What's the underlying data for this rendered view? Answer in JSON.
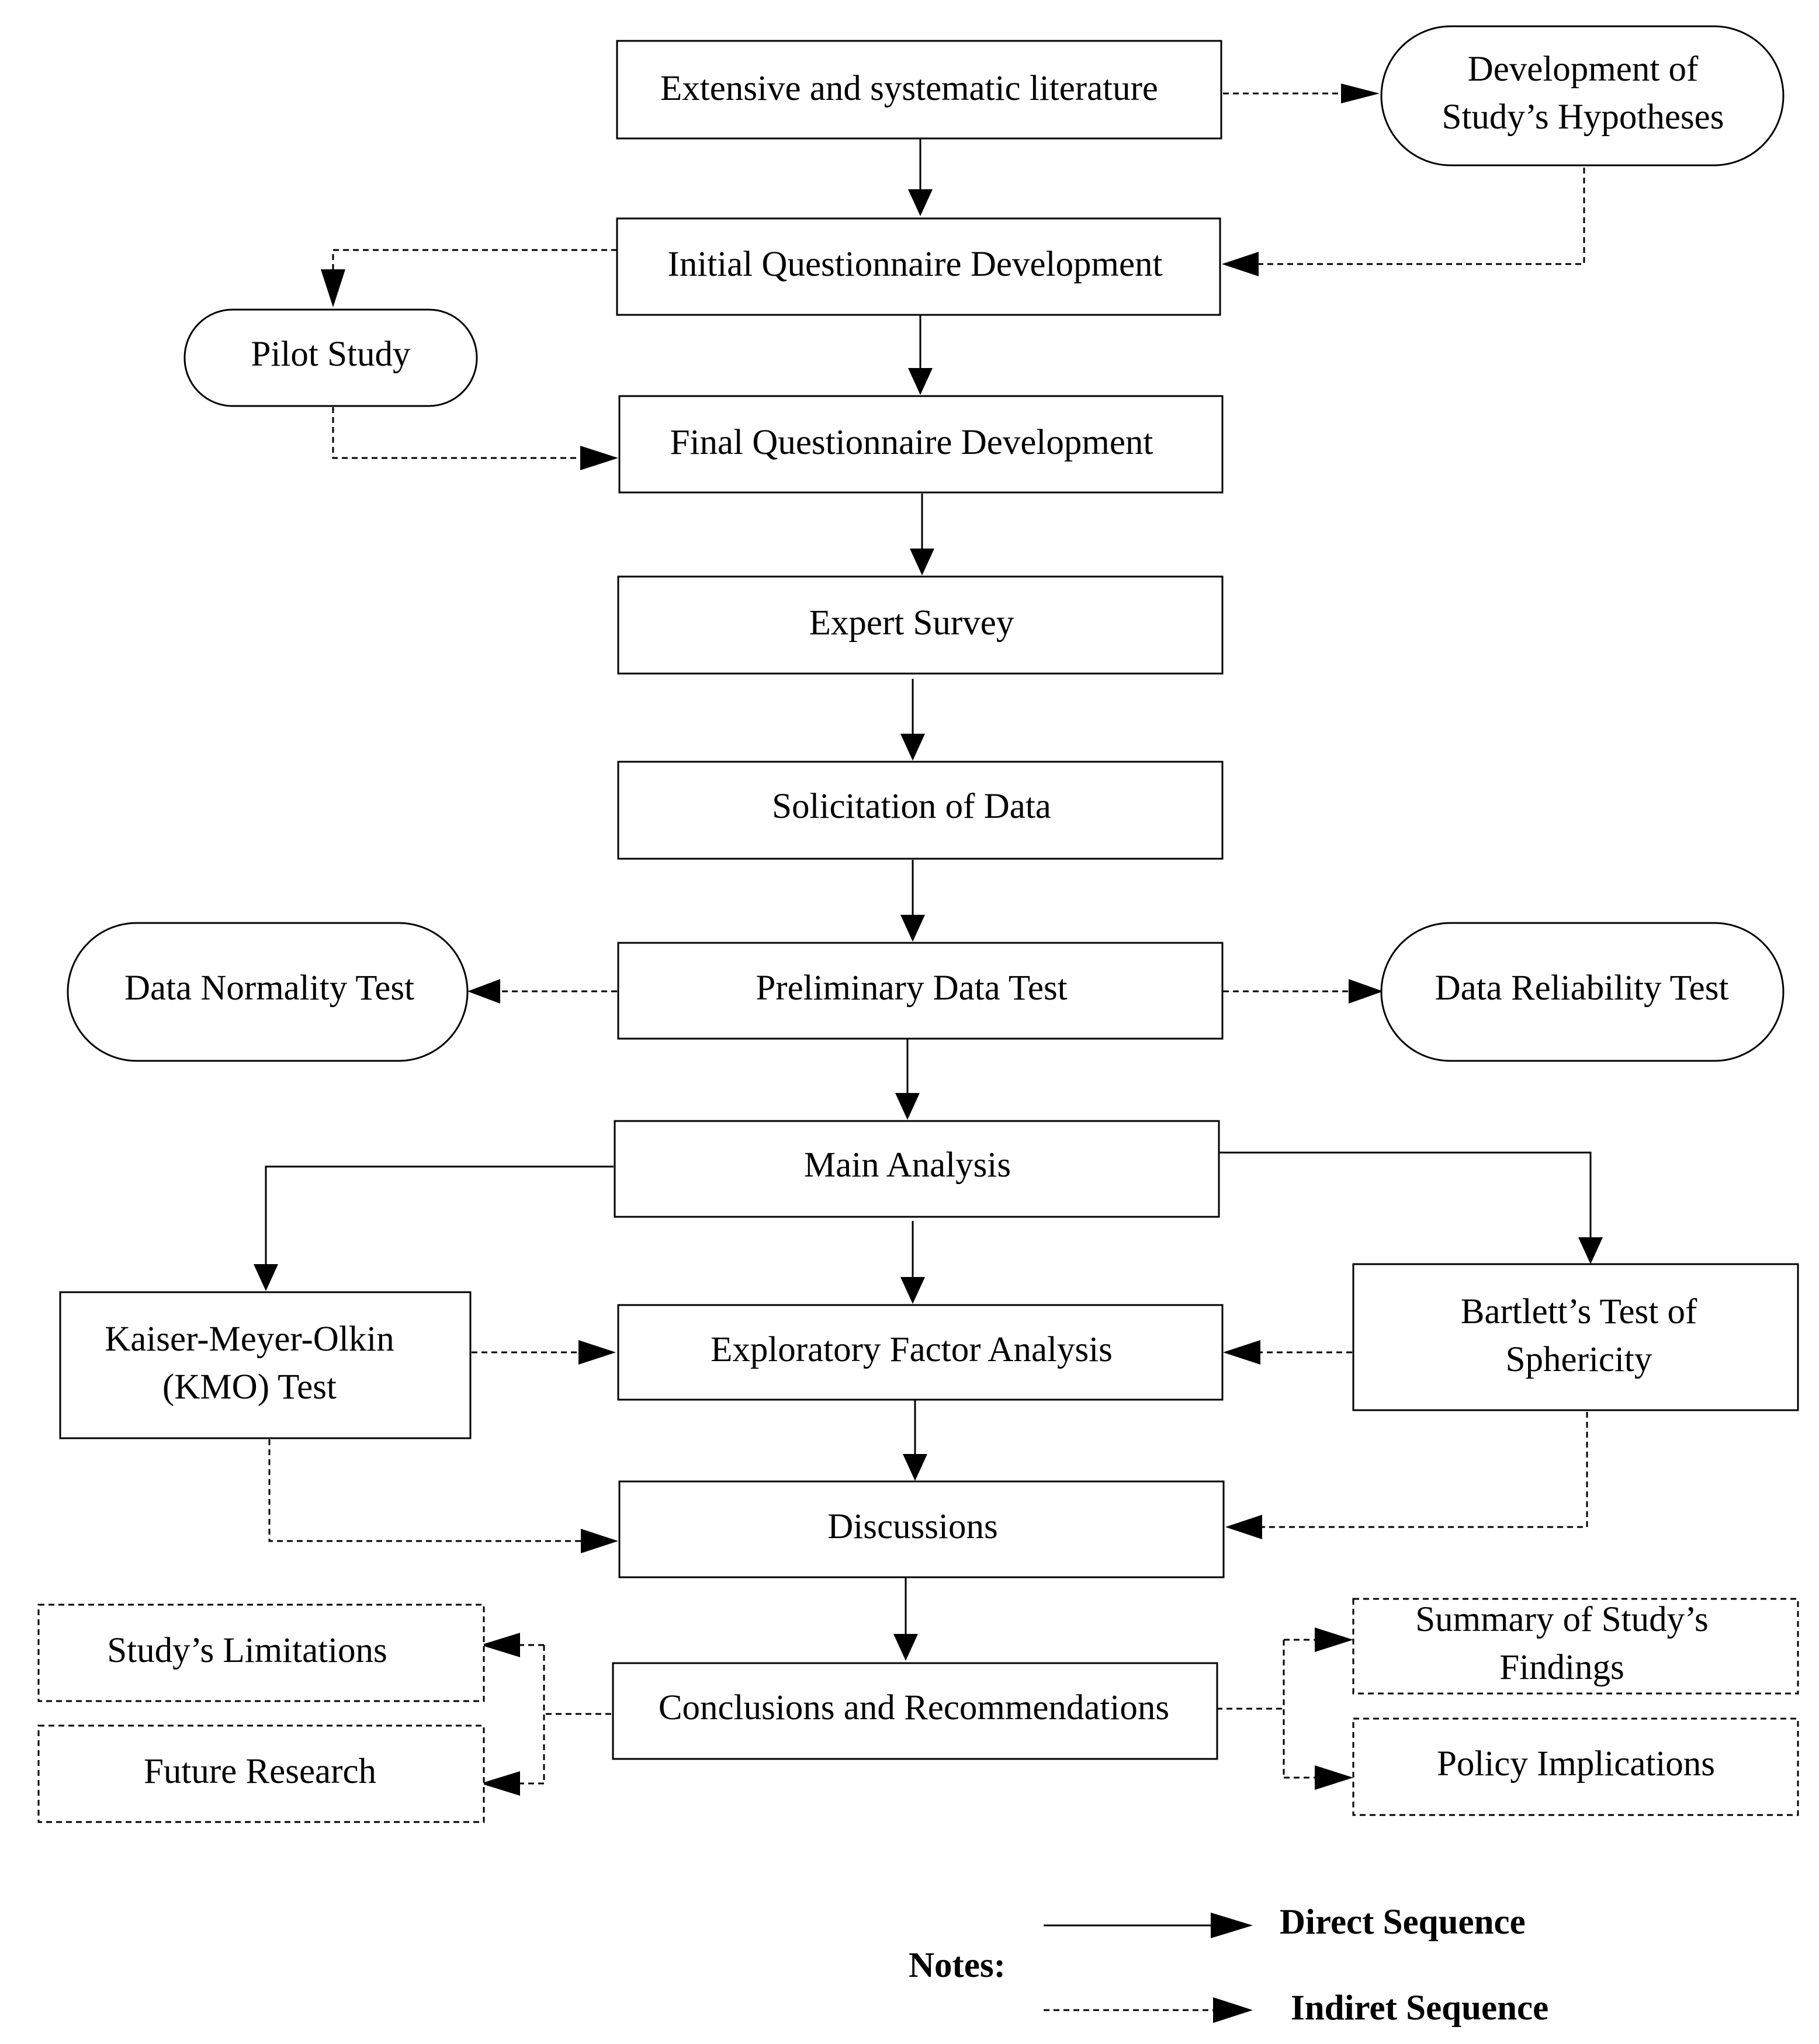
{
  "nodes": {
    "literature": "Extensive and systematic literature",
    "hypotheses": [
      "Development of",
      "Study’s Hypotheses"
    ],
    "initial_questionnaire": "Initial Questionnaire Development",
    "pilot_study": "Pilot Study",
    "final_questionnaire": "Final Questionnaire Development",
    "expert_survey": "Expert Survey",
    "solicitation": "Solicitation of Data",
    "normality": "Data Normality Test",
    "preliminary": "Preliminary Data Test",
    "reliability": "Data Reliability Test",
    "main_analysis": "Main Analysis",
    "kmo": [
      "Kaiser-Meyer-Olkin",
      "(KMO) Test"
    ],
    "efa": "Exploratory Factor Analysis",
    "bartlett": [
      "Bartlett’s Test of",
      "Sphericity"
    ],
    "discussions": "Discussions",
    "limitations": "Study’s Limitations",
    "future": "Future Research",
    "conclusions": "Conclusions and Recommendations",
    "summary": [
      "Summary of Study’s",
      "Findings"
    ],
    "policy": "Policy Implications"
  },
  "legend": {
    "title": "Notes:",
    "direct": "Direct Sequence",
    "indirect": "Indiret Sequence"
  },
  "edges": [
    {
      "from": "literature",
      "to": "hypotheses",
      "style": "indirect"
    },
    {
      "from": "literature",
      "to": "initial_questionnaire",
      "style": "direct"
    },
    {
      "from": "hypotheses",
      "to": "initial_questionnaire",
      "style": "indirect"
    },
    {
      "from": "initial_questionnaire",
      "to": "pilot_study",
      "style": "indirect"
    },
    {
      "from": "initial_questionnaire",
      "to": "final_questionnaire",
      "style": "direct"
    },
    {
      "from": "pilot_study",
      "to": "final_questionnaire",
      "style": "indirect"
    },
    {
      "from": "final_questionnaire",
      "to": "expert_survey",
      "style": "direct"
    },
    {
      "from": "expert_survey",
      "to": "solicitation",
      "style": "direct"
    },
    {
      "from": "solicitation",
      "to": "preliminary",
      "style": "direct"
    },
    {
      "from": "preliminary",
      "to": "normality",
      "style": "indirect"
    },
    {
      "from": "preliminary",
      "to": "reliability",
      "style": "indirect"
    },
    {
      "from": "preliminary",
      "to": "main_analysis",
      "style": "direct"
    },
    {
      "from": "main_analysis",
      "to": "kmo",
      "style": "direct"
    },
    {
      "from": "main_analysis",
      "to": "efa",
      "style": "direct"
    },
    {
      "from": "main_analysis",
      "to": "bartlett",
      "style": "direct"
    },
    {
      "from": "kmo",
      "to": "efa",
      "style": "indirect"
    },
    {
      "from": "bartlett",
      "to": "efa",
      "style": "indirect"
    },
    {
      "from": "efa",
      "to": "discussions",
      "style": "direct"
    },
    {
      "from": "kmo",
      "to": "discussions",
      "style": "indirect"
    },
    {
      "from": "bartlett",
      "to": "discussions",
      "style": "indirect"
    },
    {
      "from": "discussions",
      "to": "conclusions",
      "style": "direct"
    },
    {
      "from": "conclusions",
      "to": "limitations",
      "style": "indirect"
    },
    {
      "from": "conclusions",
      "to": "future",
      "style": "indirect"
    },
    {
      "from": "conclusions",
      "to": "summary",
      "style": "indirect"
    },
    {
      "from": "conclusions",
      "to": "policy",
      "style": "indirect"
    }
  ]
}
